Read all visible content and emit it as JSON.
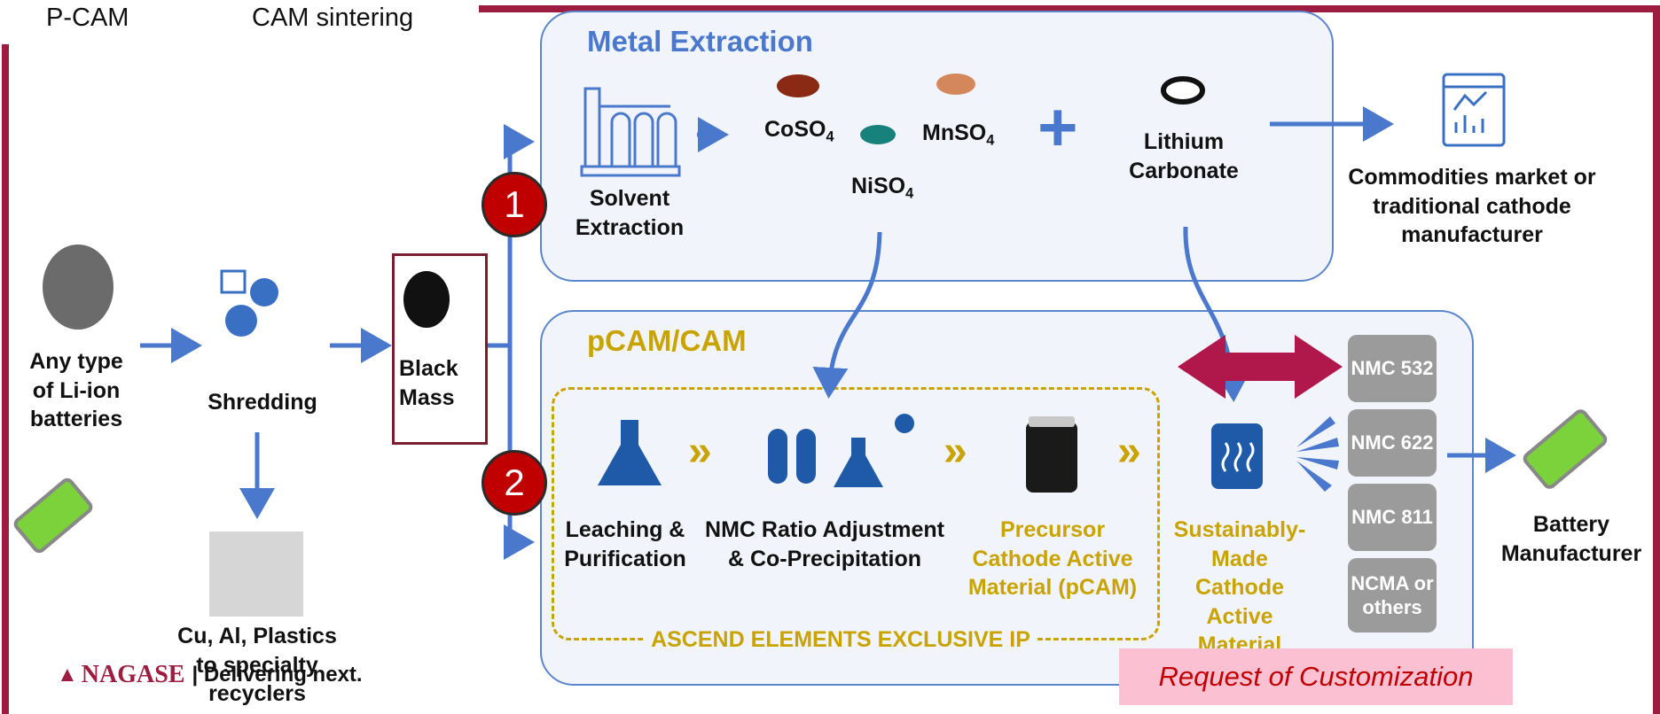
{
  "top": {
    "pcam": "P-CAM",
    "cam_sintering": "CAM sintering"
  },
  "inputs": {
    "batteries": "Any type of Li-ion batteries",
    "shredding": "Shredding",
    "black_mass": "Black Mass",
    "byproducts": "Cu, Al, Plastics to specialty recyclers"
  },
  "badges": {
    "one": "1",
    "two": "2"
  },
  "metal_extraction": {
    "title": "Metal Extraction",
    "solvent": "Solvent Extraction",
    "coso4": "CoSO",
    "niso4": "NiSO",
    "mnso4": "MnSO",
    "sub4": "4",
    "plus": "+",
    "lithium": "Lithium Carbonate",
    "commodities": "Commodities market or traditional cathode manufacturer"
  },
  "pcam_cam": {
    "title": "pCAM/CAM",
    "leaching": "Leaching & Purification",
    "nmc_ratio": "NMC Ratio Adjustment & Co-Precipitation",
    "precursor": "Precursor Cathode Active Material (pCAM)",
    "cam": "Sustainably-Made Cathode Active Material (CAM)",
    "exclusive": "ASCEND ELEMENTS EXCLUSIVE IP",
    "chevron": "»"
  },
  "products": [
    "NMC 532",
    "NMC 622",
    "NMC 811",
    "NCMA or others"
  ],
  "battery_manufacturer": "Battery Manufacturer",
  "customization": "Request of Customization",
  "footer": {
    "brand": "NAGASE",
    "tagline": "| Delivering next."
  },
  "colors": {
    "accent_blue": "#4a78cd",
    "icon_blue": "#1f5aa8",
    "gold": "#c9a400",
    "maroon": "#9c1d3f",
    "badge_red": "#c00000",
    "pink": "#fbc1d2"
  }
}
